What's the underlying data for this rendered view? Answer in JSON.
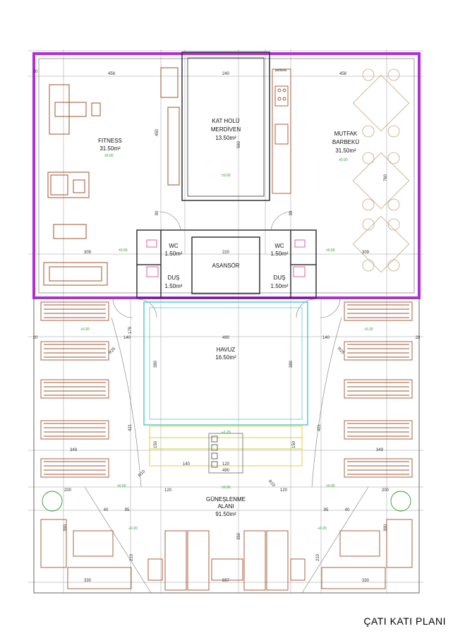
{
  "title": "ÇATI KATI PLANI",
  "rooms": {
    "fitness": {
      "name": "FITNESS",
      "area": "31.50m²"
    },
    "hall": {
      "name_line1": "KAT HOLÜ",
      "name_line2": "MERDİVEN",
      "area": "13.50m²"
    },
    "kitchen": {
      "name_line1": "MUTFAK",
      "name_line2": "BARBEKÜ",
      "area": "31.50m²"
    },
    "wc_left": {
      "name": "WC",
      "area": "1.50m²"
    },
    "wc_right": {
      "name": "WC",
      "area": "1.50m²"
    },
    "dus_left": {
      "name": "DUŞ",
      "area": "1.50m²"
    },
    "dus_right": {
      "name": "DUŞ",
      "area": "1.50m²"
    },
    "elevator": {
      "name": "ASANSÖR"
    },
    "pool": {
      "name": "HAVUZ",
      "area": "16.50m²"
    },
    "sunbath": {
      "name_line1": "GÜNEŞLENME",
      "name_line2": "ALANI",
      "area": "91.50m²"
    }
  },
  "appliance_label": "Barbekü",
  "levels": {
    "l0": "±0.00",
    "l20": "+0.20",
    "l120": "+1.20"
  },
  "dims": {
    "d458": "458",
    "d240": "240",
    "d450": "450",
    "d560": "560",
    "d760": "760",
    "d90": "90",
    "d309": "309",
    "d220": "220",
    "d10": "10",
    "d179": "179",
    "d140": "140",
    "d25": "25",
    "d380": "380",
    "d490": "490",
    "d421": "421",
    "d349": "349",
    "d150": "150",
    "d120": "120",
    "d200": "200",
    "d40": "40",
    "d95": "95",
    "d390": "390",
    "d210": "210",
    "d330": "330",
    "d350": "350",
    "d557": "557",
    "d30": "30",
    "d20": "20",
    "r25": "R25",
    "r10": "R10"
  },
  "colors": {
    "wall_purple": "#b030d8",
    "wall_gray": "#555555",
    "furniture": "#a0522d",
    "pool_cyan": "#57c7d6",
    "dimension_green": "#2e9a2e",
    "deck_yellow": "#d7d22a"
  }
}
